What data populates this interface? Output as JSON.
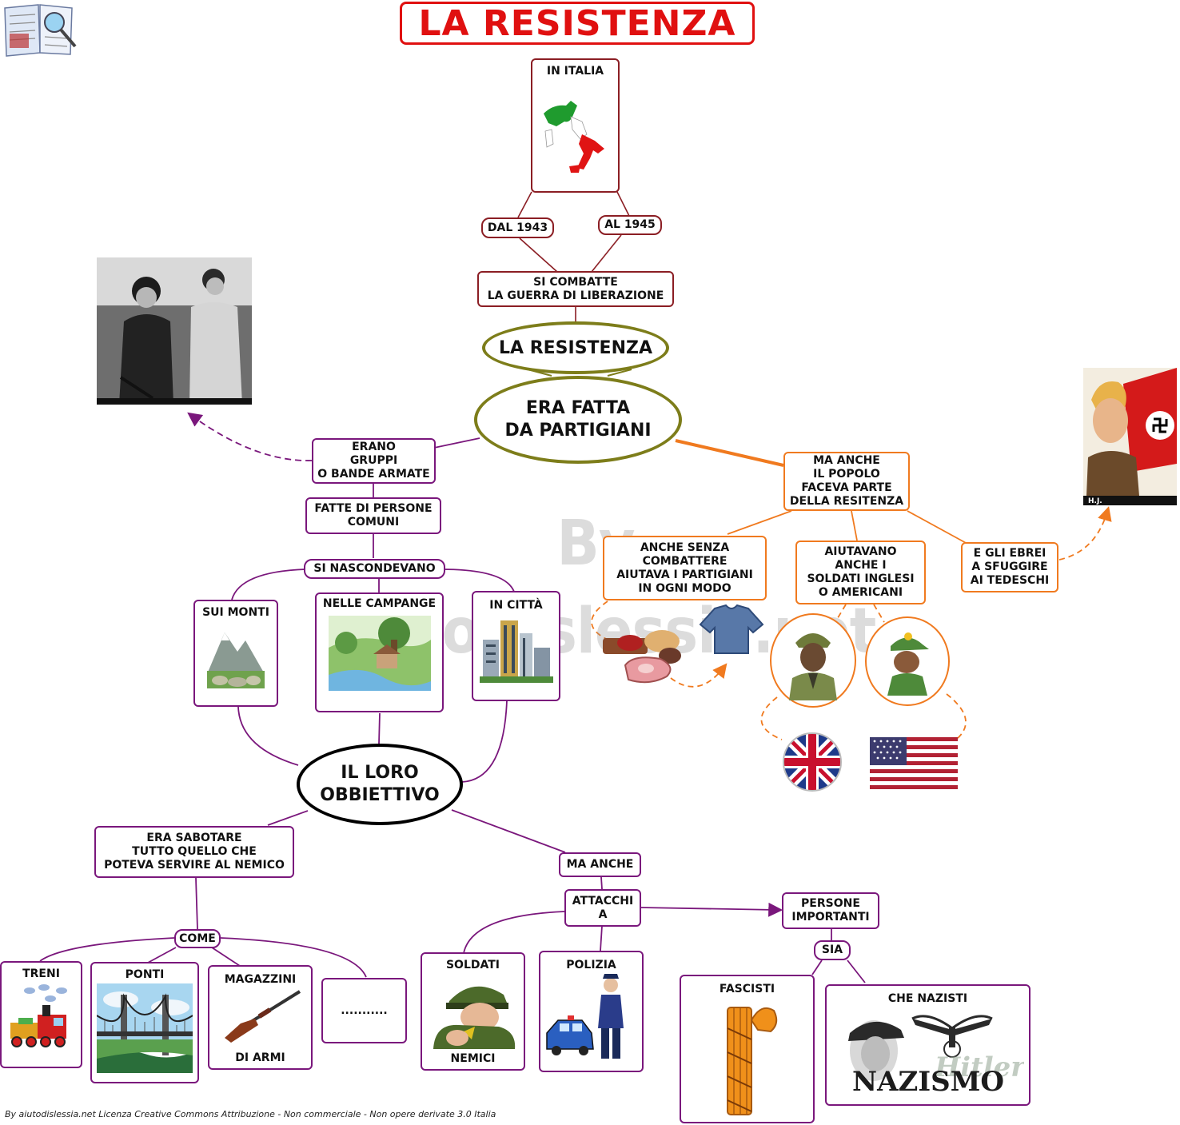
{
  "title": "LA RESISTENZA",
  "watermark": "By AiutoDislessia.net",
  "footer": "By aiutodislessia.net Licenza Creative Commons Attribuzione - Non commerciale - Non opere derivate 3.0 Italia",
  "nodes": {
    "in_italia": "IN ITALIA",
    "dal_1943": "DAL 1943",
    "al_1945": "AL 1945",
    "si_combatte": "SI COMBATTE\nLA GUERRA DI LIBERAZIONE",
    "la_resistenza": "LA RESISTENZA",
    "era_fatta": "ERA FATTA\nDA PARTIGIANI",
    "erano_gruppi": "ERANO\nGRUPPI\nO BANDE ARMATE",
    "fatte_di_persone": "FATTE DI PERSONE\nCOMUNI",
    "si_nascondevano": "SI  NASCONDEVANO",
    "sui_monti": "SUI MONTI",
    "nelle_campagne": "NELLE CAMPANGE",
    "in_citta": "IN CITTÀ",
    "il_loro_obbiettivo": "IL LORO\nOBBIETTIVO",
    "ma_anche_popolo": "MA ANCHE\nIL POPOLO\nFACEVA PARTE\nDELLA RESITENZA",
    "anche_senza": "ANCHE SENZA\nCOMBATTERE\nAIUTAVA I PARTIGIANI\nIN OGNI MODO",
    "aiutavano": "AIUTAVANO\nANCHE I\nSOLDATI INGLESI\nO AMERICANI",
    "ebrei": "E GLI EBREI\nA SFUGGIRE\nAI TEDESCHI",
    "era_sabotare": "ERA SABOTARE\nTUTTO QUELLO CHE\nPOTEVA SERVIRE AL NEMICO",
    "come": "COME",
    "treni": "TRENI",
    "ponti": "PONTI",
    "magazzini": "MAGAZZINI",
    "di_armi": "DI ARMI",
    "dots": "...........",
    "ma_anche": "MA ANCHE",
    "attacchi": "ATTACCHI\nA",
    "soldati": "SOLDATI",
    "nemici": "NEMICI",
    "polizia": "POLIZIA",
    "persone_importanti": "PERSONE\nIMPORTANTI",
    "sia": "SIA",
    "fascisti": "FASCISTI",
    "che_nazisti": "CHE NAZISTI",
    "nazismo": "NAZISMO",
    "hitler": "Hitler"
  },
  "colors": {
    "title": "#e01010",
    "top_branch": "#8b1e24",
    "partisans_branch": "#7a177c",
    "people_branch": "#f07a1f",
    "resistenza_ellipse": "#7d7d1a",
    "objective_ellipse": "#000000"
  },
  "icons": [
    "book-icon",
    "italy-map-icon",
    "partisans-photo",
    "hitler-youth-poster",
    "mountain-icon",
    "countryside-icon",
    "city-icon",
    "food-icon",
    "sweater-icon",
    "soldier-icon",
    "soldier-cartoon-icon",
    "uk-flag-icon",
    "usa-flag-icon",
    "train-icon",
    "bridge-icon",
    "rifle-icon",
    "enemy-soldier-icon",
    "police-icon",
    "fasces-icon",
    "nazi-eagle-icon"
  ]
}
